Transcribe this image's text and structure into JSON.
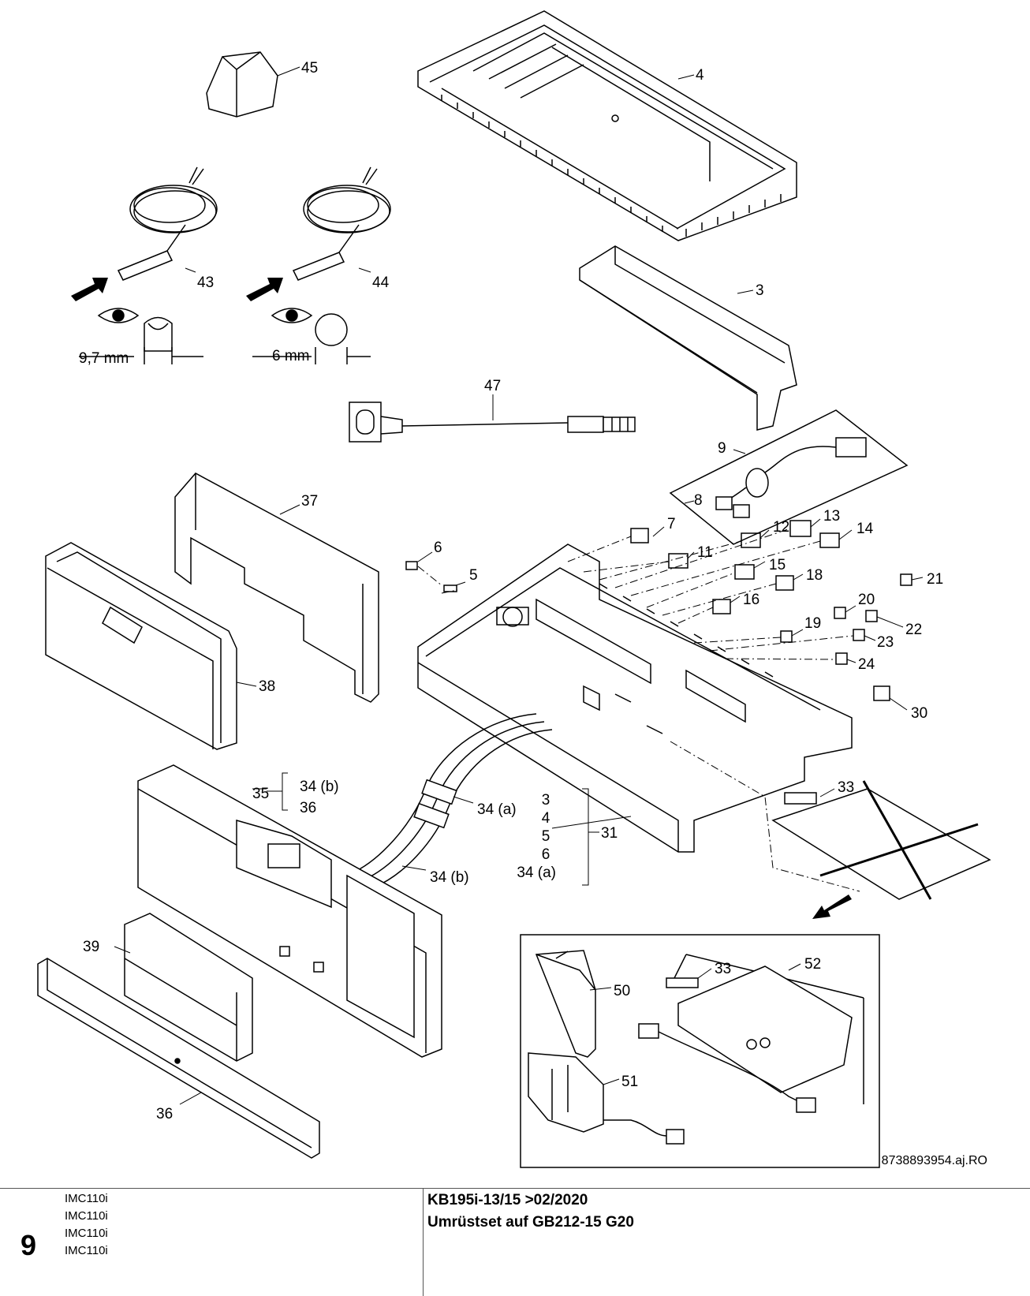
{
  "diagram": {
    "callouts": {
      "p45": "45",
      "p4": "4",
      "p43": "43",
      "p44": "44",
      "p3": "3",
      "p47": "47",
      "p9": "9",
      "p8": "8",
      "p7": "7",
      "p11": "11",
      "p12": "12",
      "p13": "13",
      "p14": "14",
      "p15": "15",
      "p16": "16",
      "p18": "18",
      "p21": "21",
      "p20": "20",
      "p22": "22",
      "p19": "19",
      "p23": "23",
      "p24": "24",
      "p30": "30",
      "p6": "6",
      "p5": "5",
      "p37": "37",
      "p38": "38",
      "p35": "35",
      "p34a": "34 (a)",
      "p34b": "34 (b)",
      "p31": "31",
      "p33": "33",
      "p39": "39",
      "p36": "36",
      "p50": "50",
      "p51": "51",
      "p52": "52",
      "p33b": "33"
    },
    "dimension_left": "9,7 mm",
    "dimension_right": "6 mm",
    "group_35": [
      "34 (b)",
      "36"
    ],
    "group_31": [
      "3",
      "4",
      "5",
      "6",
      "34 (a)"
    ],
    "drawing_ref": "8738893954.aj.RO"
  },
  "footer": {
    "page_number": "9",
    "models": [
      "IMC110i",
      "IMC110i",
      "IMC110i",
      "IMC110i"
    ],
    "title_line1": "KB195i-13/15 >02/2020",
    "title_line2": "Umrüstset auf GB212-15 G20"
  }
}
